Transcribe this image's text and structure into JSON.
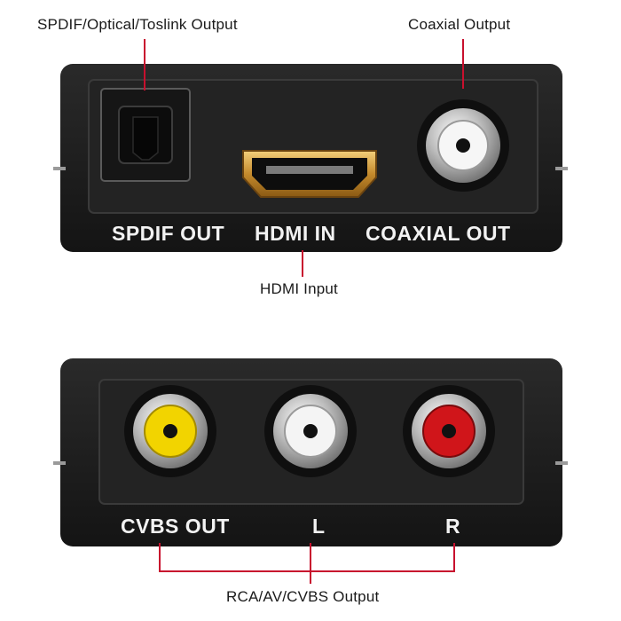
{
  "callouts": {
    "spdif": "SPDIF/Optical/Toslink Output",
    "coaxial": "Coaxial Output",
    "hdmi": "HDMI Input",
    "rca": "RCA/AV/CVBS Output"
  },
  "top_panel": {
    "spdif_label": "SPDIF OUT",
    "hdmi_label": "HDMI IN",
    "coaxial_label": "COAXIAL OUT"
  },
  "bottom_panel": {
    "cvbs_label": "CVBS OUT",
    "left_label": "L",
    "right_label": "R"
  },
  "colors": {
    "callout_line": "#c8102e",
    "device_body": "#1c1c1c",
    "video_jack": "#f2d400",
    "audio_left_jack": "#f4f4f4",
    "audio_right_jack": "#d0151a",
    "hdmi_gold": "#d9a441"
  }
}
